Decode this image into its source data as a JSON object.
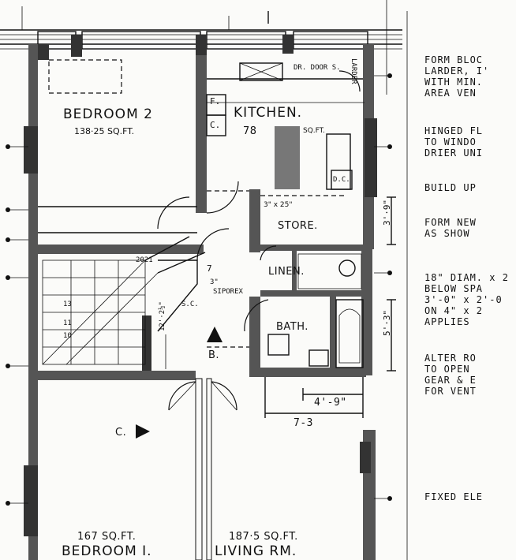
{
  "rooms": {
    "bedroom2": {
      "name": "BEDROOM 2",
      "area": "138·25 SQ.FT."
    },
    "kitchen": {
      "name": "KITCHEN.",
      "area": "78",
      "area_unit": "SQ.FT."
    },
    "store": {
      "name": "STORE.",
      "size": "3\" x 25\""
    },
    "linen": {
      "name": "LINEN."
    },
    "bath": {
      "name": "BATH."
    },
    "bedroom1": {
      "name": "BEDROOM I.",
      "area": "167 SQ.FT."
    },
    "living": {
      "name": "LIVING RM.",
      "area": "187·5 SQ.FT."
    }
  },
  "labels": {
    "f": "F.",
    "c_small": "C.",
    "dc": "D.C.",
    "dr_door": "DR. DOOR S.",
    "larder": "LARDER",
    "siporex": "SIPOREX",
    "sc": "S.C.",
    "section_b": "B.",
    "section_c": "C.",
    "step_21": "2021",
    "step_13": "13",
    "step_11": "11",
    "step_10": "10",
    "step_7": "7",
    "three_in": "3\"",
    "dim_12": "12'·2½\"",
    "dim_3_9": "3'·9\"",
    "dim_5_3": "5'·3\"",
    "dim_4_9": "4'-9\"",
    "dim_7_3": "7-3"
  },
  "notes": [
    "FORM BLOC",
    "LARDER, I'",
    "WITH MIN.",
    "AREA VEN",
    "HINGED FL",
    "TO WINDO",
    "DRIER UNI",
    "BUILD UP",
    "FORM NEW",
    "AS SHOW",
    "18\" DIAM. x 2",
    "BELOW SPA",
    "3'-0\" x 2'-0",
    "ON 4\" x 2",
    "APPLIES",
    "ALTER RO",
    "TO OPEN",
    "GEAR & E",
    "FOR VENT",
    "FIXED ELE"
  ]
}
